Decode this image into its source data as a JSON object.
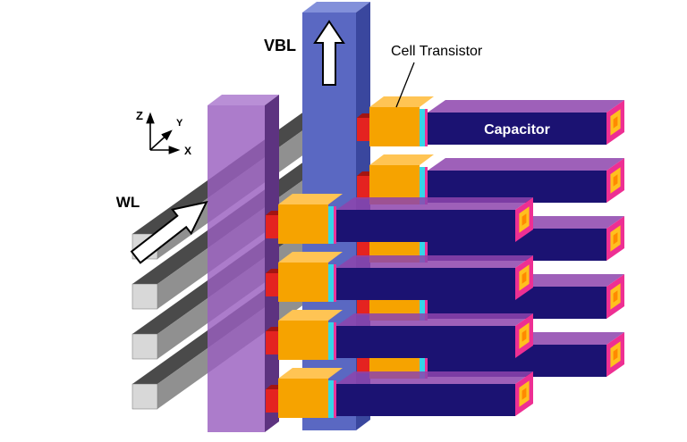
{
  "labels": {
    "vbl": "VBL",
    "wl": "WL",
    "cell_transistor": "Cell Transistor",
    "capacitor": "Capacitor"
  },
  "axes": {
    "z": "Z",
    "y": "Y",
    "x": "X"
  },
  "icons": {
    "vbl_arrow": "up-block-arrow",
    "wl_arrow": "diagonal-up-right-block-arrow",
    "axis_arrows": "thin-black-arrows"
  },
  "colors": {
    "wl-front": "#d8d8d8",
    "wl-top": "#4a4a4a",
    "wl-side": "#909090",
    "pillar-front": "#9a5fc0",
    "pillar-side": "#5d3380",
    "pillar-top": "#b98fd6",
    "vbl-front": "#5a68c2",
    "vbl-side": "#3a479e",
    "vbl-top": "#8290da",
    "cell-front": "#f6a300",
    "cell-top": "#ffc454",
    "contact-red": "#e42320",
    "contact-red-top": "#a31512",
    "strip-cyan": "#36d6e6",
    "strip-magenta": "#e8359b",
    "cap-top": "#8d44ad",
    "cap-front": "#1b1272",
    "cap-ring": "#ee2f93",
    "cap-inner": "#ffc01e",
    "cap-center": "#ff8a00",
    "ink": "#000000",
    "label-on-dark": "#ffffff"
  }
}
